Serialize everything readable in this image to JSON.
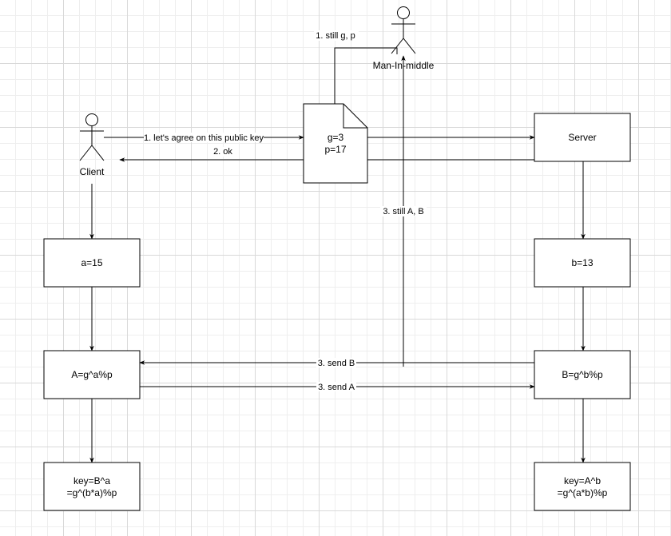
{
  "actors": {
    "client": "Client",
    "mitm": "Man-In-middle"
  },
  "nodes": {
    "server": "Server",
    "params_line1": "g=3",
    "params_line2": "p=17",
    "client_secret": "a=15",
    "server_secret": "b=13",
    "client_public": "A=g^a%p",
    "server_public": "B=g^b%p",
    "client_key_line1": "key=B^a",
    "client_key_line2": "=g^(b*a)%p",
    "server_key_line1": "key=A^b",
    "server_key_line2": "=g^(a*b)%p"
  },
  "edges": {
    "agree": "1. let's agree on this public key",
    "ok": "2. ok",
    "steal_params": "1. still g, p",
    "steal_public": "3. still A, B",
    "send_b": "3. send B",
    "send_a": "3. send A"
  }
}
